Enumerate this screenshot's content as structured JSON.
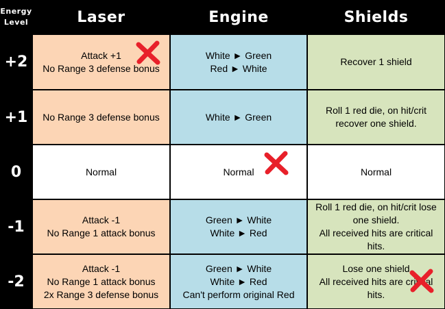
{
  "header": {
    "corner_line1": "Energy",
    "corner_line2": "Level",
    "laser": "Laser",
    "engine": "Engine",
    "shields": "Shields"
  },
  "rows": [
    {
      "level": "+2",
      "laser": [
        "Attack +1",
        "No Range 3 defense bonus"
      ],
      "engine": [
        "White ► Green",
        "Red ► White"
      ],
      "shields": [
        "Recover 1 shield"
      ]
    },
    {
      "level": "+1",
      "laser": [
        "No Range 3 defense bonus"
      ],
      "engine": [
        "White ► Green"
      ],
      "shields": [
        "Roll 1 red die, on hit/crit",
        "recover one shield."
      ]
    },
    {
      "level": "0",
      "laser": [
        "Normal"
      ],
      "engine": [
        "Normal"
      ],
      "shields": [
        "Normal"
      ]
    },
    {
      "level": "-1",
      "laser": [
        "Attack -1",
        "No Range 1 attack bonus"
      ],
      "engine": [
        "Green ► White",
        "White ► Red"
      ],
      "shields": [
        "Roll 1 red die, on hit/crit lose",
        "one shield.",
        "All received hits are critical",
        "hits."
      ]
    },
    {
      "level": "-2",
      "laser": [
        "Attack -1",
        "No Range 1 attack bonus",
        "2x Range 3 defense bonus"
      ],
      "engine": [
        "Green ► White",
        "White ► Red",
        "Can't perform original Red"
      ],
      "shields": [
        "Lose one shield",
        "All received hits are critical",
        "hits."
      ]
    }
  ],
  "colors": {
    "laser": "#fcd5b5",
    "engine": "#b7dde8",
    "shields": "#d7e4bd",
    "normal": "#ffffff",
    "header_bg": "#000000",
    "x_mark": "#e8202a"
  },
  "marks": {
    "x_mark_icon": "red-x-mark-icon"
  }
}
